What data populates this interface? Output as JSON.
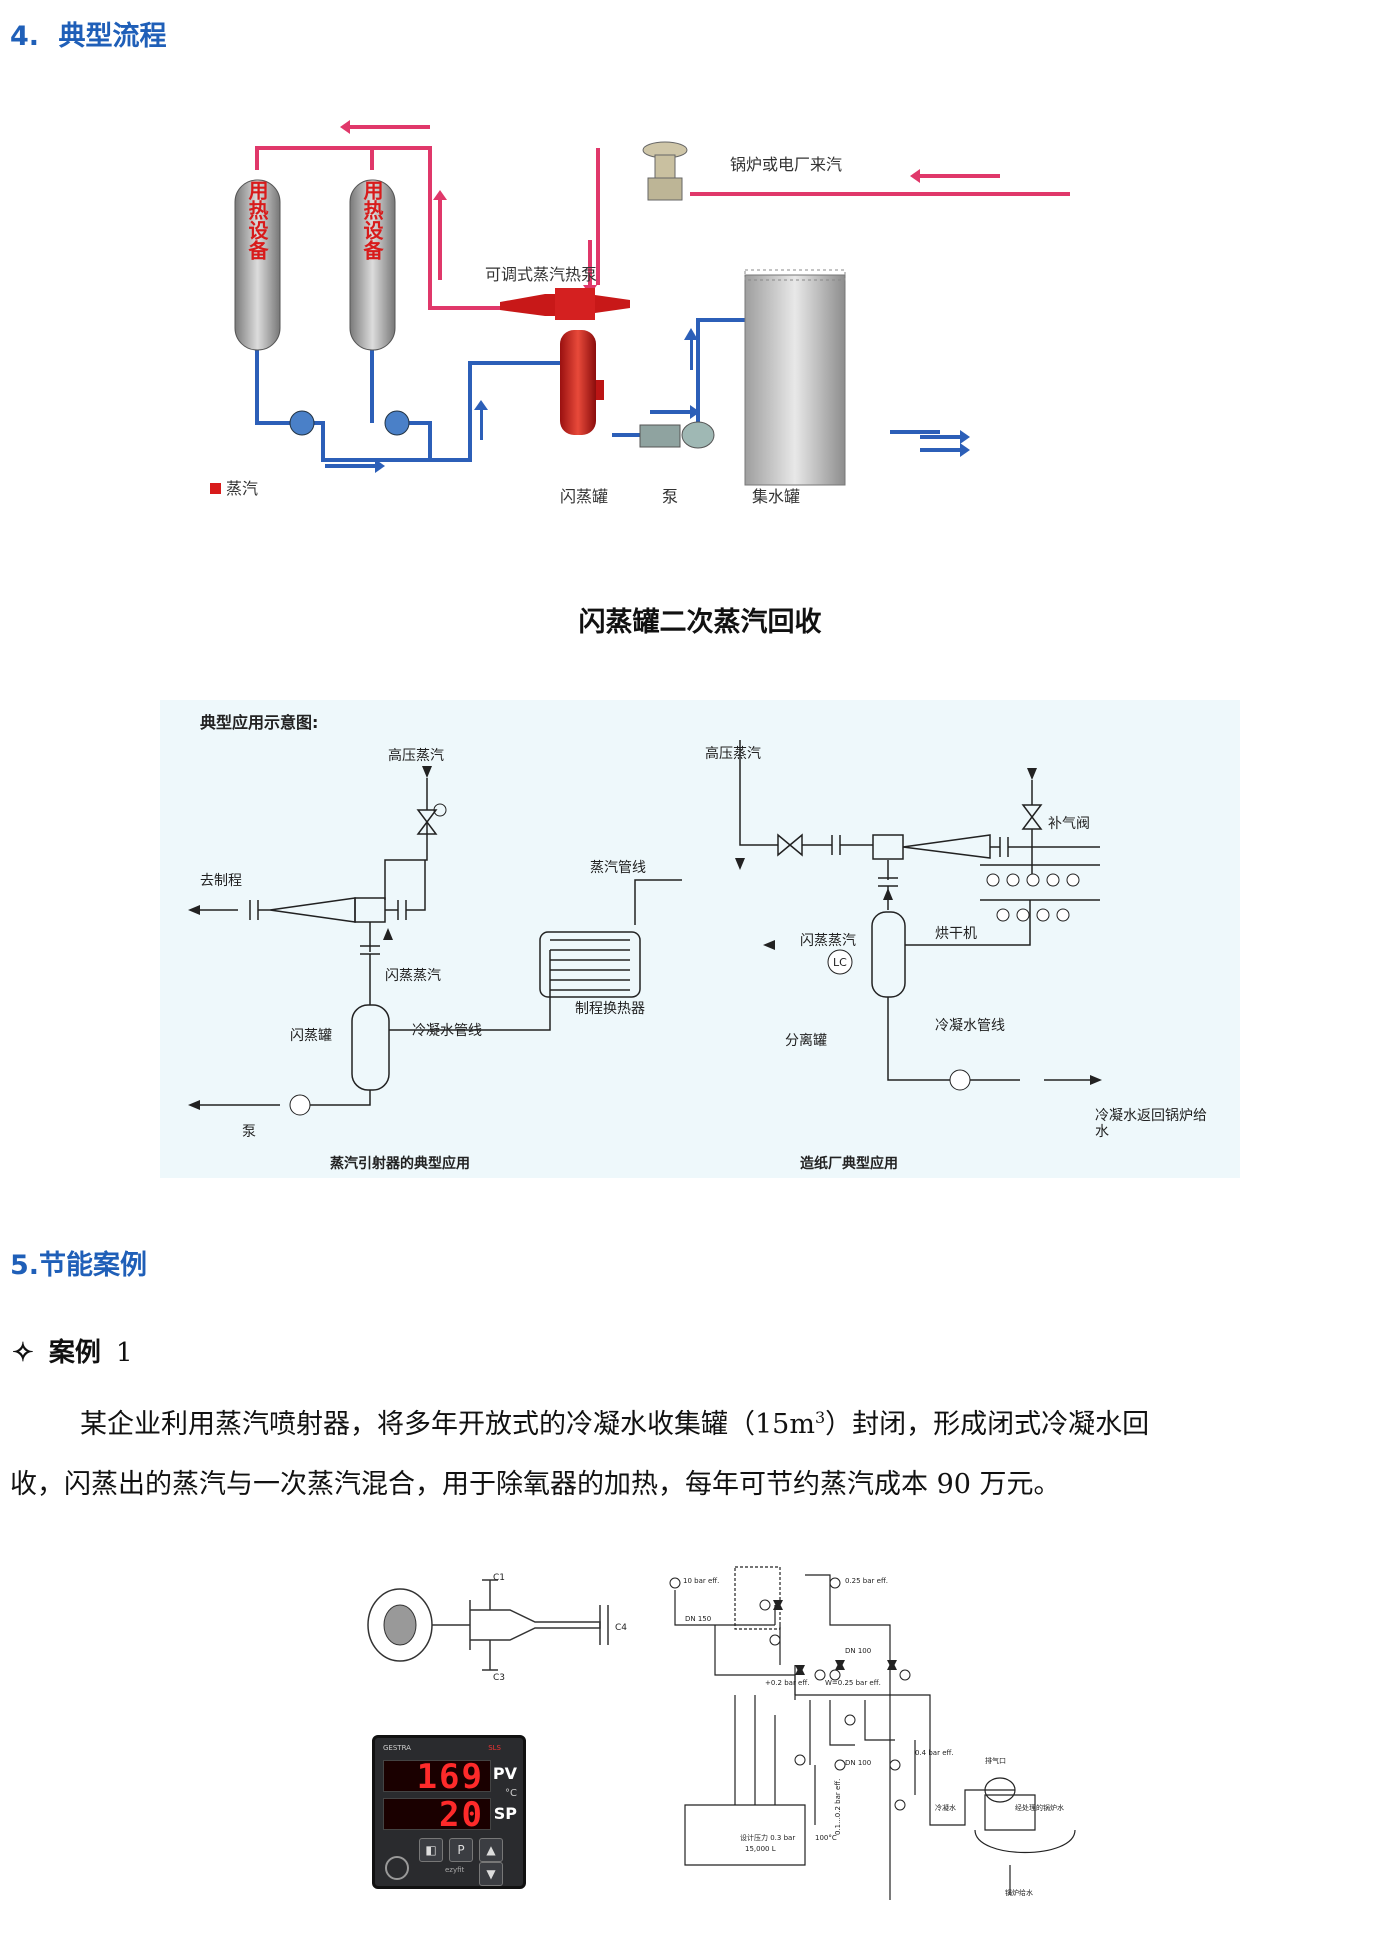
{
  "section4": {
    "number": "4.",
    "title": "典型流程"
  },
  "figure1": {
    "equipment_label": "用热设备",
    "labels": {
      "boiler": "锅炉或电厂来汽",
      "thermo_compressor": "可调式蒸汽热泵",
      "flash_tank": "闪蒸罐",
      "pump": "泵",
      "collection_tank": "集水罐",
      "legend_steam": "蒸汽"
    },
    "colors": {
      "steam": "#e0386a",
      "water": "#2c5fb8"
    },
    "caption": "闪蒸罐二次蒸汽回收"
  },
  "figure2": {
    "heading": "典型应用示意图:",
    "left": {
      "hp_steam": "高压蒸汽",
      "to_process": "去制程",
      "steam_line": "蒸汽管线",
      "flash_steam": "闪蒸蒸汽",
      "flash_tank": "闪蒸罐",
      "condensate_line": "冷凝水管线",
      "heat_exchanger": "制程换热器",
      "pump": "泵",
      "caption": "蒸汽引射器的典型应用"
    },
    "right": {
      "hp_steam": "高压蒸汽",
      "makeup_valve": "补气阀",
      "dryer": "烘干机",
      "flash_steam": "闪蒸蒸汽",
      "lc": "LC",
      "condensate_line": "冷凝水管线",
      "separator": "分离罐",
      "return_line": "冷凝水返回锅炉给",
      "return_line_2": "水",
      "caption": "造纸厂典型应用"
    }
  },
  "section5": {
    "number": "5.",
    "title": "节能案例"
  },
  "case1": {
    "bullet": "✧",
    "title": "案例",
    "number": "1",
    "para_line1_a": "某企业利用蒸汽喷射器，将多年开放式的冷凝水收集罐（15m",
    "para_sup": "3",
    "para_line1_b": "）封闭，形成闭式冷凝水回",
    "para_line2": "收，闪蒸出的蒸汽与一次蒸汽混合，用于除氧器的加热，每年可节约蒸汽成本 90 万元。"
  },
  "figure3": {
    "controller": {
      "brand_left": "GESTRA",
      "brand_right": "SLS",
      "pv_value": "169",
      "sp_value": "20",
      "pv_label": "PV",
      "sp_label": "SP",
      "unit": "°C",
      "model": "ezyfit"
    },
    "pid_labels": {
      "p1": "10 bar eff.",
      "p2": "0.25 bar eff.",
      "dn150": "DN 150",
      "dn100a": "DN 100",
      "dn100b": "DN 100",
      "p3": "+0.2 bar eff.",
      "p4": "W=0.25 bar eff.",
      "p5": "0.4 bar eff.",
      "vent": "排气口",
      "cold_water": "冷凝水",
      "treated": "经处理的锅炉水",
      "feed": "锅炉给水",
      "temp": "100°C",
      "range": "0.1...0.2 bar eff.",
      "tank1": "设计压力 0.3 bar",
      "tank2": "15,000 L"
    },
    "ejector_labels": {
      "c1": "C1",
      "c3": "C3",
      "c4": "C4"
    }
  }
}
